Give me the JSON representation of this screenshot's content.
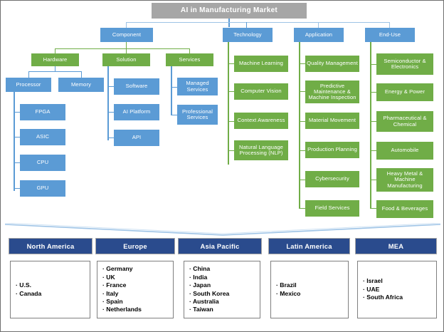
{
  "title": "AI in Manufacturing Market",
  "colors": {
    "root": "#a6a6a6",
    "blue": "#5b9bd5",
    "green": "#70ad47",
    "region_header": "#2a4b8d",
    "border_gray": "#7f7f7f"
  },
  "segments": [
    {
      "name": "Component",
      "label": "Component",
      "children": [
        {
          "label": "Hardware",
          "children": [
            {
              "label": "Processor",
              "children": [
                {
                  "label": "FPGA"
                },
                {
                  "label": "ASIC"
                },
                {
                  "label": "CPU"
                },
                {
                  "label": "GPU"
                }
              ]
            },
            {
              "label": "Memory"
            }
          ]
        },
        {
          "label": "Solution",
          "children": [
            {
              "label": "Software"
            },
            {
              "label": "AI Platform"
            },
            {
              "label": "API"
            }
          ]
        },
        {
          "label": "Services",
          "children": [
            {
              "label": "Managed Services"
            },
            {
              "label": "Professional Services"
            }
          ]
        }
      ]
    },
    {
      "name": "Technology",
      "label": "Technology",
      "children": [
        {
          "label": "Machine Learning"
        },
        {
          "label": "Computer Vision"
        },
        {
          "label": "Context Awareness"
        },
        {
          "label": "Natural Language Processing (NLP)"
        }
      ]
    },
    {
      "name": "Application",
      "label": "Application",
      "children": [
        {
          "label": "Quality Management"
        },
        {
          "label": "Predictive Maintenance & Machine Inspection"
        },
        {
          "label": "Material Movement"
        },
        {
          "label": "Production Planning"
        },
        {
          "label": "Cybersecurity"
        },
        {
          "label": "Field Services"
        }
      ]
    },
    {
      "name": "End-Use",
      "label": "End-Use",
      "children": [
        {
          "label": "Semiconductor & Electronics"
        },
        {
          "label": "Energy & Power"
        },
        {
          "label": "Pharmaceutical & Chemical"
        },
        {
          "label": "Automobile"
        },
        {
          "label": "Heavy Metal & Machine Manufacturing"
        },
        {
          "label": "Food & Beverages"
        }
      ]
    }
  ],
  "nodes": {
    "component": "Component",
    "hardware": "Hardware",
    "solution": "Solution",
    "services": "Services",
    "processor": "Processor",
    "memory": "Memory",
    "fpga": "FPGA",
    "asic": "ASIC",
    "cpu": "CPU",
    "gpu": "GPU",
    "software": "Software",
    "ai_platform": "AI Platform",
    "api": "API",
    "managed_services": "Managed Services",
    "professional_services": "Professional Services",
    "technology": "Technology",
    "machine_learning": "Machine Learning",
    "computer_vision": "Computer Vision",
    "context_awareness": "Context Awareness",
    "nlp": "Natural Language Processing (NLP)",
    "application": "Application",
    "quality_management": "Quality Management",
    "predictive_maintenance": "Predictive Maintenance & Machine Inspection",
    "material_movement": "Material Movement",
    "production_planning": "Production Planning",
    "cybersecurity": "Cybersecurity",
    "field_services": "Field Services",
    "end_use": "End-Use",
    "semiconductor_electronics": "Semiconductor & Electronics",
    "energy_power": "Energy & Power",
    "pharmaceutical_chemical": "Pharmaceutical & Chemical",
    "automobile": "Automobile",
    "heavy_metal": "Heavy Metal & Machine Manufacturing",
    "food_beverages": "Food & Beverages"
  },
  "regions": [
    {
      "name": "North America",
      "header": "North America",
      "countries": [
        "U.S.",
        "Canada"
      ]
    },
    {
      "name": "Europe",
      "header": "Europe",
      "countries": [
        "Germany",
        "UK",
        "France",
        "Italy",
        "Spain",
        "Netherlands"
      ]
    },
    {
      "name": "Asia Pacific",
      "header": "Asia Pacific",
      "countries": [
        "China",
        "India",
        "Japan",
        "South Korea",
        "Australia",
        "Taiwan"
      ]
    },
    {
      "name": "Latin America",
      "header": "Latin America",
      "countries": [
        "Brazil",
        "Mexico"
      ]
    },
    {
      "name": "MEA",
      "header": "MEA",
      "countries": [
        "Israel",
        "UAE",
        "South Africa"
      ]
    }
  ]
}
